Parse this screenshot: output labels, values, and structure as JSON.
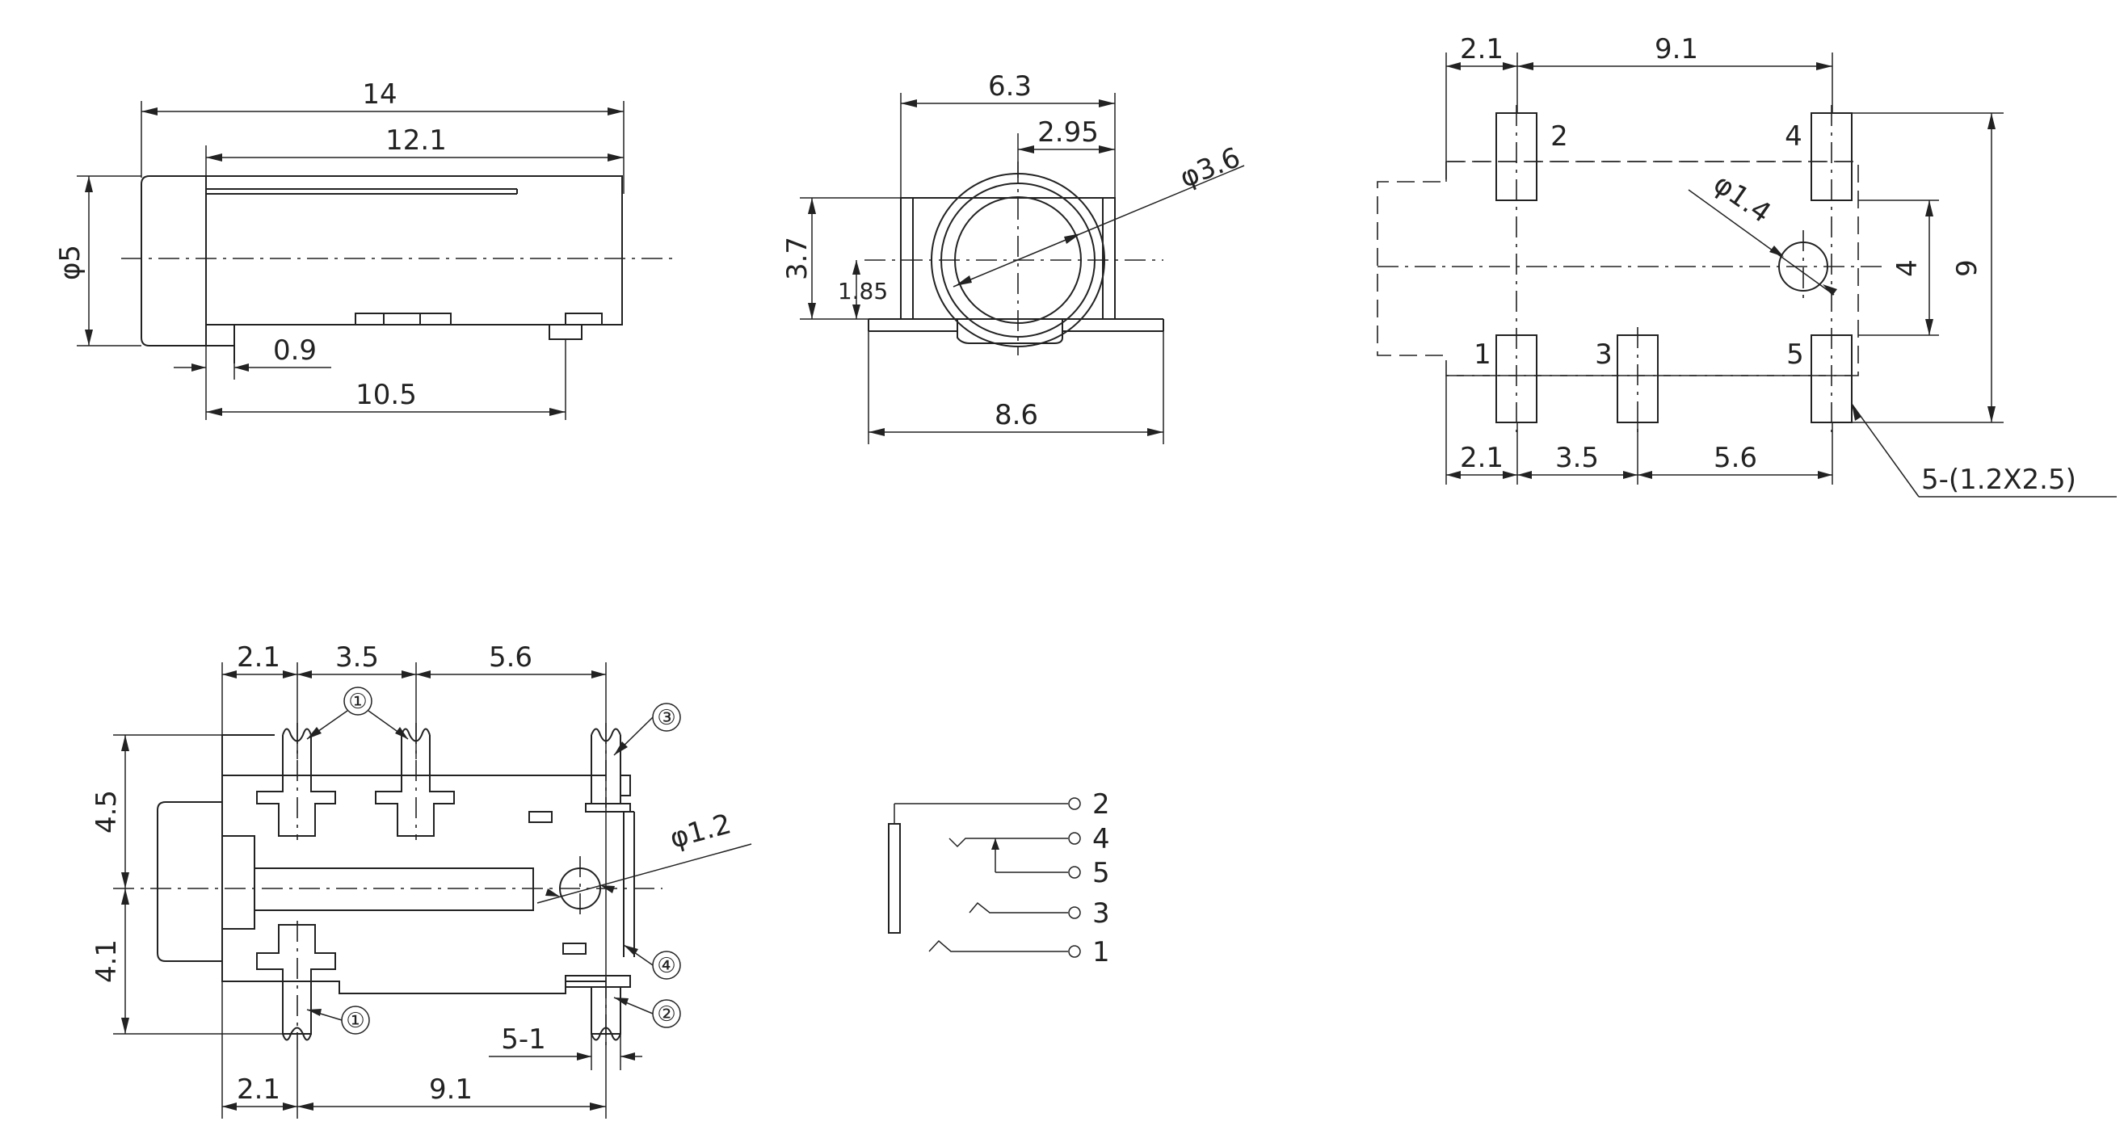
{
  "side_view": {
    "dim_overall": "14",
    "dim_body": "12.1",
    "dim_diameter": "φ5",
    "dim_offset": "0.9",
    "dim_pin": "10.5"
  },
  "front_view": {
    "dim_width_top": "6.3",
    "dim_half": "2.95",
    "dim_hole": "φ3.6",
    "dim_height": "3.7",
    "dim_center": "1.85",
    "dim_base": "8.6"
  },
  "pcb_layout": {
    "dim_top_left": "2.1",
    "dim_top_span": "9.1",
    "dim_hole": "φ1.4",
    "dim_pitch_inner": "4",
    "dim_pitch_outer": "9",
    "dim_bot_1": "2.1",
    "dim_bot_2": "3.5",
    "dim_bot_3": "5.6",
    "pad_note": "5-(1.2X2.5)",
    "pin_labels": [
      "2",
      "4",
      "1",
      "3",
      "5"
    ]
  },
  "bottom_view": {
    "dim_top_1": "2.1",
    "dim_top_2": "3.5",
    "dim_top_3": "5.6",
    "dim_left_upper": "4.5",
    "dim_left_lower": "4.1",
    "dim_hole": "φ1.2",
    "dim_small": "5-1",
    "dim_bot_1": "2.1",
    "dim_bot_2": "9.1",
    "callouts": [
      "①",
      "③",
      "④",
      "②",
      "①"
    ]
  },
  "schematic": {
    "pins": [
      "2",
      "4",
      "5",
      "3",
      "1"
    ]
  }
}
